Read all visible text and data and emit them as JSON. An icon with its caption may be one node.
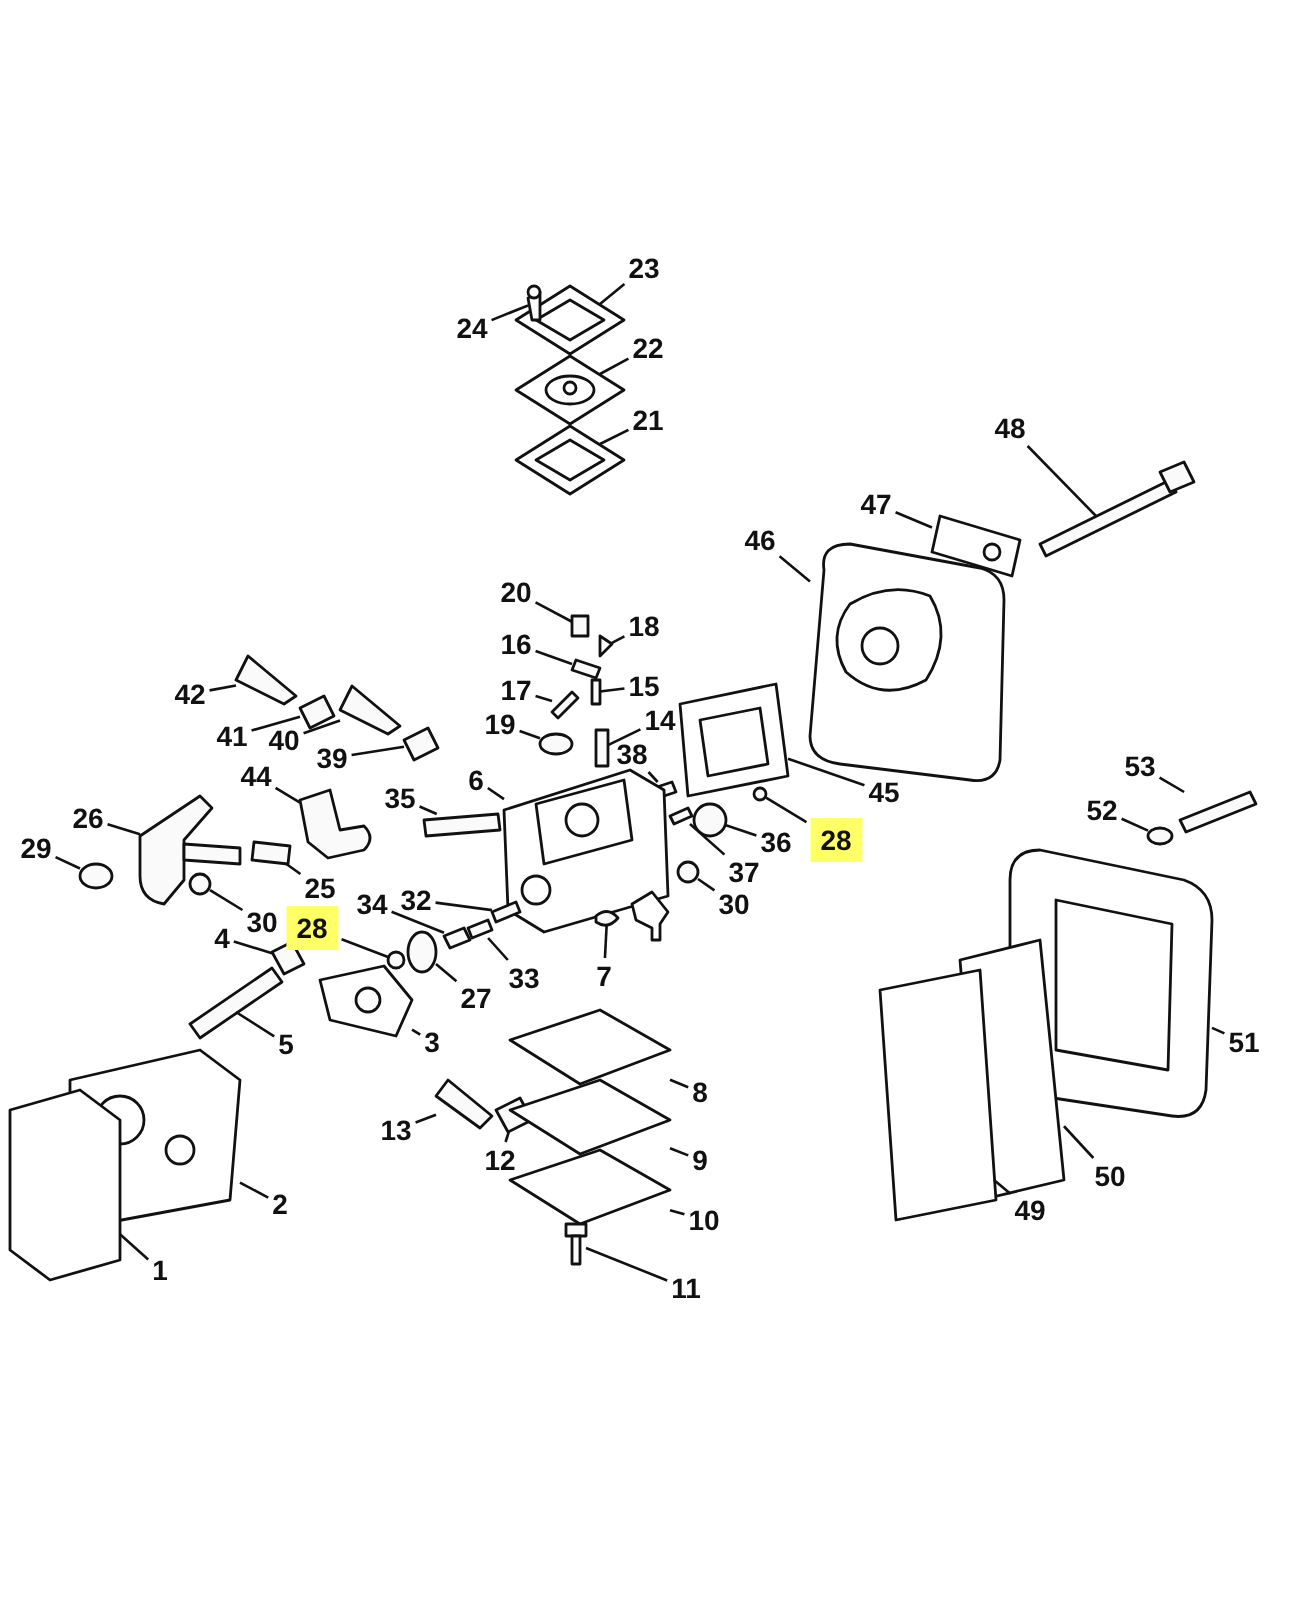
{
  "diagram": {
    "nodes": [
      {
        "text": [
          "23"
        ]
      },
      {
        "text": [
          "24"
        ]
      },
      {
        "text": [
          "22"
        ]
      },
      {
        "text": [
          "21"
        ]
      },
      {
        "text": [
          "48"
        ]
      },
      {
        "text": [
          "47"
        ]
      },
      {
        "text": [
          "46"
        ]
      },
      {
        "text": [
          "20"
        ]
      },
      {
        "text": [
          "18"
        ]
      },
      {
        "text": [
          "16"
        ]
      },
      {
        "text": [
          "15"
        ]
      },
      {
        "text": [
          "17"
        ]
      },
      {
        "text": [
          "42"
        ]
      },
      {
        "text": [
          "41"
        ]
      },
      {
        "text": [
          "40"
        ]
      },
      {
        "text": [
          "39"
        ]
      },
      {
        "text": [
          "19"
        ]
      },
      {
        "text": [
          "14"
        ]
      },
      {
        "text": [
          "38"
        ]
      },
      {
        "text": [
          "44"
        ]
      },
      {
        "text": [
          "35"
        ]
      },
      {
        "text": [
          "6"
        ]
      },
      {
        "text": [
          "53"
        ]
      },
      {
        "text": [
          "45"
        ]
      },
      {
        "text": [
          "36"
        ]
      },
      {
        "text": [
          "52"
        ]
      },
      {
        "text": [
          "28"
        ]
      },
      {
        "text": [
          "37"
        ]
      },
      {
        "text": [
          "26"
        ]
      },
      {
        "text": [
          "29"
        ]
      },
      {
        "text": [
          "25"
        ]
      },
      {
        "text": [
          "30"
        ]
      },
      {
        "text": [
          "30"
        ]
      },
      {
        "text": [
          "28"
        ]
      },
      {
        "text": [
          "34"
        ]
      },
      {
        "text": [
          "32"
        ]
      },
      {
        "text": [
          "4"
        ]
      },
      {
        "text": [
          "27"
        ]
      },
      {
        "text": [
          "33"
        ]
      },
      {
        "text": [
          "7"
        ]
      },
      {
        "text": [
          "5"
        ]
      },
      {
        "text": [
          "3"
        ]
      },
      {
        "text": [
          "51"
        ]
      },
      {
        "text": [
          "8"
        ]
      },
      {
        "text": [
          "13"
        ]
      },
      {
        "text": [
          "12"
        ]
      },
      {
        "text": [
          "9"
        ]
      },
      {
        "text": [
          "50"
        ]
      },
      {
        "text": [
          "2"
        ]
      },
      {
        "text": [
          "49"
        ]
      },
      {
        "text": [
          "10"
        ]
      },
      {
        "text": [
          "1"
        ]
      },
      {
        "text": [
          "11"
        ]
      },
      {
        "text": [],
        "shape": "gasket"
      },
      {
        "text": [],
        "shape": "screw"
      },
      {
        "text": [],
        "shape": "diaphragm"
      },
      {
        "text": [],
        "shape": "gasket"
      },
      {
        "text": [],
        "shape": "bolt"
      },
      {
        "text": [],
        "shape": "gasket"
      },
      {
        "text": [],
        "shape": "cover"
      },
      {
        "text": [],
        "shape": "cap"
      },
      {
        "text": [],
        "shape": "pin"
      },
      {
        "text": [],
        "shape": "pin"
      },
      {
        "text": [],
        "shape": "pin"
      },
      {
        "text": [],
        "shape": "pin"
      },
      {
        "text": [],
        "shape": "screw"
      },
      {
        "text": [],
        "shape": "spring"
      },
      {
        "text": [],
        "shape": "screw"
      },
      {
        "text": [],
        "shape": "spring"
      },
      {
        "text": [],
        "shape": "disc"
      },
      {
        "text": [],
        "shape": "needle"
      },
      {
        "text": [],
        "shape": "spring"
      },
      {
        "text": [],
        "shape": "lever"
      },
      {
        "text": [],
        "shape": "shaft"
      },
      {
        "text": [],
        "shape": "block"
      },
      {
        "text": [],
        "shape": "bolt"
      },
      {
        "text": [],
        "shape": "gasket"
      },
      {
        "text": [],
        "shape": "disc"
      },
      {
        "text": [],
        "shape": "washer"
      },
      {
        "text": [],
        "shape": "ball"
      },
      {
        "text": [],
        "shape": "spring"
      },
      {
        "text": [],
        "shape": "lever"
      },
      {
        "text": [],
        "shape": "nut"
      },
      {
        "text": [],
        "shape": "spring"
      },
      {
        "text": [],
        "shape": "washer"
      },
      {
        "text": [],
        "shape": "washer"
      },
      {
        "text": [],
        "shape": "ball"
      },
      {
        "text": [],
        "shape": "pin"
      },
      {
        "text": [],
        "shape": "spring"
      },
      {
        "text": [],
        "shape": "nut"
      },
      {
        "text": [],
        "shape": "disc"
      },
      {
        "text": [],
        "shape": "spring"
      },
      {
        "text": [],
        "shape": "nut"
      },
      {
        "text": [],
        "shape": "bolt"
      },
      {
        "text": [],
        "shape": "gasket"
      },
      {
        "text": [],
        "shape": "housing"
      },
      {
        "text": [],
        "shape": "membrane"
      },
      {
        "text": [],
        "shape": "screw"
      },
      {
        "text": [],
        "shape": "spring"
      },
      {
        "text": [],
        "shape": "membrane"
      },
      {
        "text": [],
        "shape": "filter"
      },
      {
        "text": [],
        "shape": "block"
      },
      {
        "text": [],
        "shape": "plate"
      },
      {
        "text": [],
        "shape": "plate"
      },
      {
        "text": [],
        "shape": "gasket"
      },
      {
        "text": [],
        "shape": "screw"
      }
    ],
    "edges": [
      {
        "from": 0,
        "to": 53,
        "arrow": "none"
      },
      {
        "from": 1,
        "to": 54,
        "arrow": "none"
      },
      {
        "from": 2,
        "to": 55,
        "arrow": "none"
      },
      {
        "from": 3,
        "to": 56,
        "arrow": "none"
      },
      {
        "from": 4,
        "to": 57,
        "arrow": "none"
      },
      {
        "from": 5,
        "to": 58,
        "arrow": "none"
      },
      {
        "from": 6,
        "to": 59,
        "arrow": "none"
      },
      {
        "from": 7,
        "to": 60,
        "arrow": "none"
      },
      {
        "from": 8,
        "to": 61,
        "arrow": "none"
      },
      {
        "from": 9,
        "to": 62,
        "arrow": "none"
      },
      {
        "from": 10,
        "to": 63,
        "arrow": "none"
      },
      {
        "from": 11,
        "to": 64,
        "arrow": "none"
      },
      {
        "from": 12,
        "to": 65,
        "arrow": "none"
      },
      {
        "from": 13,
        "to": 66,
        "arrow": "none"
      },
      {
        "from": 14,
        "to": 67,
        "arrow": "none"
      },
      {
        "from": 15,
        "to": 68,
        "arrow": "none"
      },
      {
        "from": 16,
        "to": 69,
        "arrow": "none"
      },
      {
        "from": 17,
        "to": 70,
        "arrow": "none"
      },
      {
        "from": 18,
        "to": 71,
        "arrow": "none"
      },
      {
        "from": 19,
        "to": 81,
        "arrow": "none"
      },
      {
        "from": 20,
        "to": 73,
        "arrow": "none"
      },
      {
        "from": 21,
        "to": 74,
        "arrow": "none"
      },
      {
        "from": 22,
        "to": 75,
        "arrow": "none"
      },
      {
        "from": 23,
        "to": 76,
        "arrow": "none"
      },
      {
        "from": 24,
        "to": 77,
        "arrow": "none"
      },
      {
        "from": 25,
        "to": 78,
        "arrow": "none"
      },
      {
        "from": 26,
        "to": 79,
        "arrow": "none"
      },
      {
        "from": 27,
        "to": 80,
        "arrow": "none"
      },
      {
        "from": 28,
        "to": 72,
        "arrow": "none"
      },
      {
        "from": 29,
        "to": 82,
        "arrow": "none"
      },
      {
        "from": 30,
        "to": 83,
        "arrow": "none"
      },
      {
        "from": 31,
        "to": 84,
        "arrow": "none"
      },
      {
        "from": 32,
        "to": 85,
        "arrow": "none"
      },
      {
        "from": 33,
        "to": 86,
        "arrow": "none"
      },
      {
        "from": 34,
        "to": 87,
        "arrow": "none"
      },
      {
        "from": 35,
        "to": 88,
        "arrow": "none"
      },
      {
        "from": 36,
        "to": 89,
        "arrow": "none"
      },
      {
        "from": 37,
        "to": 90,
        "arrow": "none"
      },
      {
        "from": 38,
        "to": 91,
        "arrow": "none"
      },
      {
        "from": 39,
        "to": 92,
        "arrow": "none"
      },
      {
        "from": 40,
        "to": 93,
        "arrow": "none"
      },
      {
        "from": 41,
        "to": 94,
        "arrow": "none"
      },
      {
        "from": 42,
        "to": 95,
        "arrow": "none"
      },
      {
        "from": 43,
        "to": 96,
        "arrow": "none"
      },
      {
        "from": 44,
        "to": 97,
        "arrow": "none"
      },
      {
        "from": 45,
        "to": 98,
        "arrow": "none"
      },
      {
        "from": 46,
        "to": 99,
        "arrow": "none"
      },
      {
        "from": 47,
        "to": 100,
        "arrow": "none"
      },
      {
        "from": 48,
        "to": 101,
        "arrow": "none"
      },
      {
        "from": 49,
        "to": 102,
        "arrow": "none"
      },
      {
        "from": 50,
        "to": 103,
        "arrow": "none"
      },
      {
        "from": 51,
        "to": 104,
        "arrow": "none"
      },
      {
        "from": 52,
        "to": 105,
        "arrow": "none"
      }
    ]
  }
}
